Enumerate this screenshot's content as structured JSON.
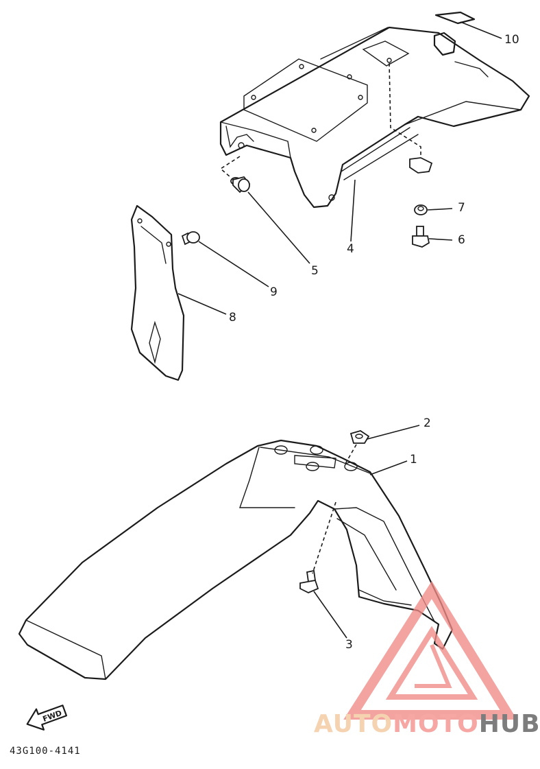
{
  "callouts": {
    "n1": "1",
    "n2": "2",
    "n3": "3",
    "n4": "4",
    "n5": "5",
    "n6": "6",
    "n7": "7",
    "n8": "8",
    "n9": "9",
    "n10": "10"
  },
  "arrow_label": "FWD",
  "ref_code": "43G100-4141",
  "watermark": {
    "part1": "AUTO",
    "part2": "MOTO",
    "part3": "HUB"
  },
  "colors": {
    "line": "#1b1b1b",
    "watermark_red": "#f08a86",
    "watermark_peach": "#f5d2b0",
    "watermark_grey": "#7d7d7d"
  }
}
